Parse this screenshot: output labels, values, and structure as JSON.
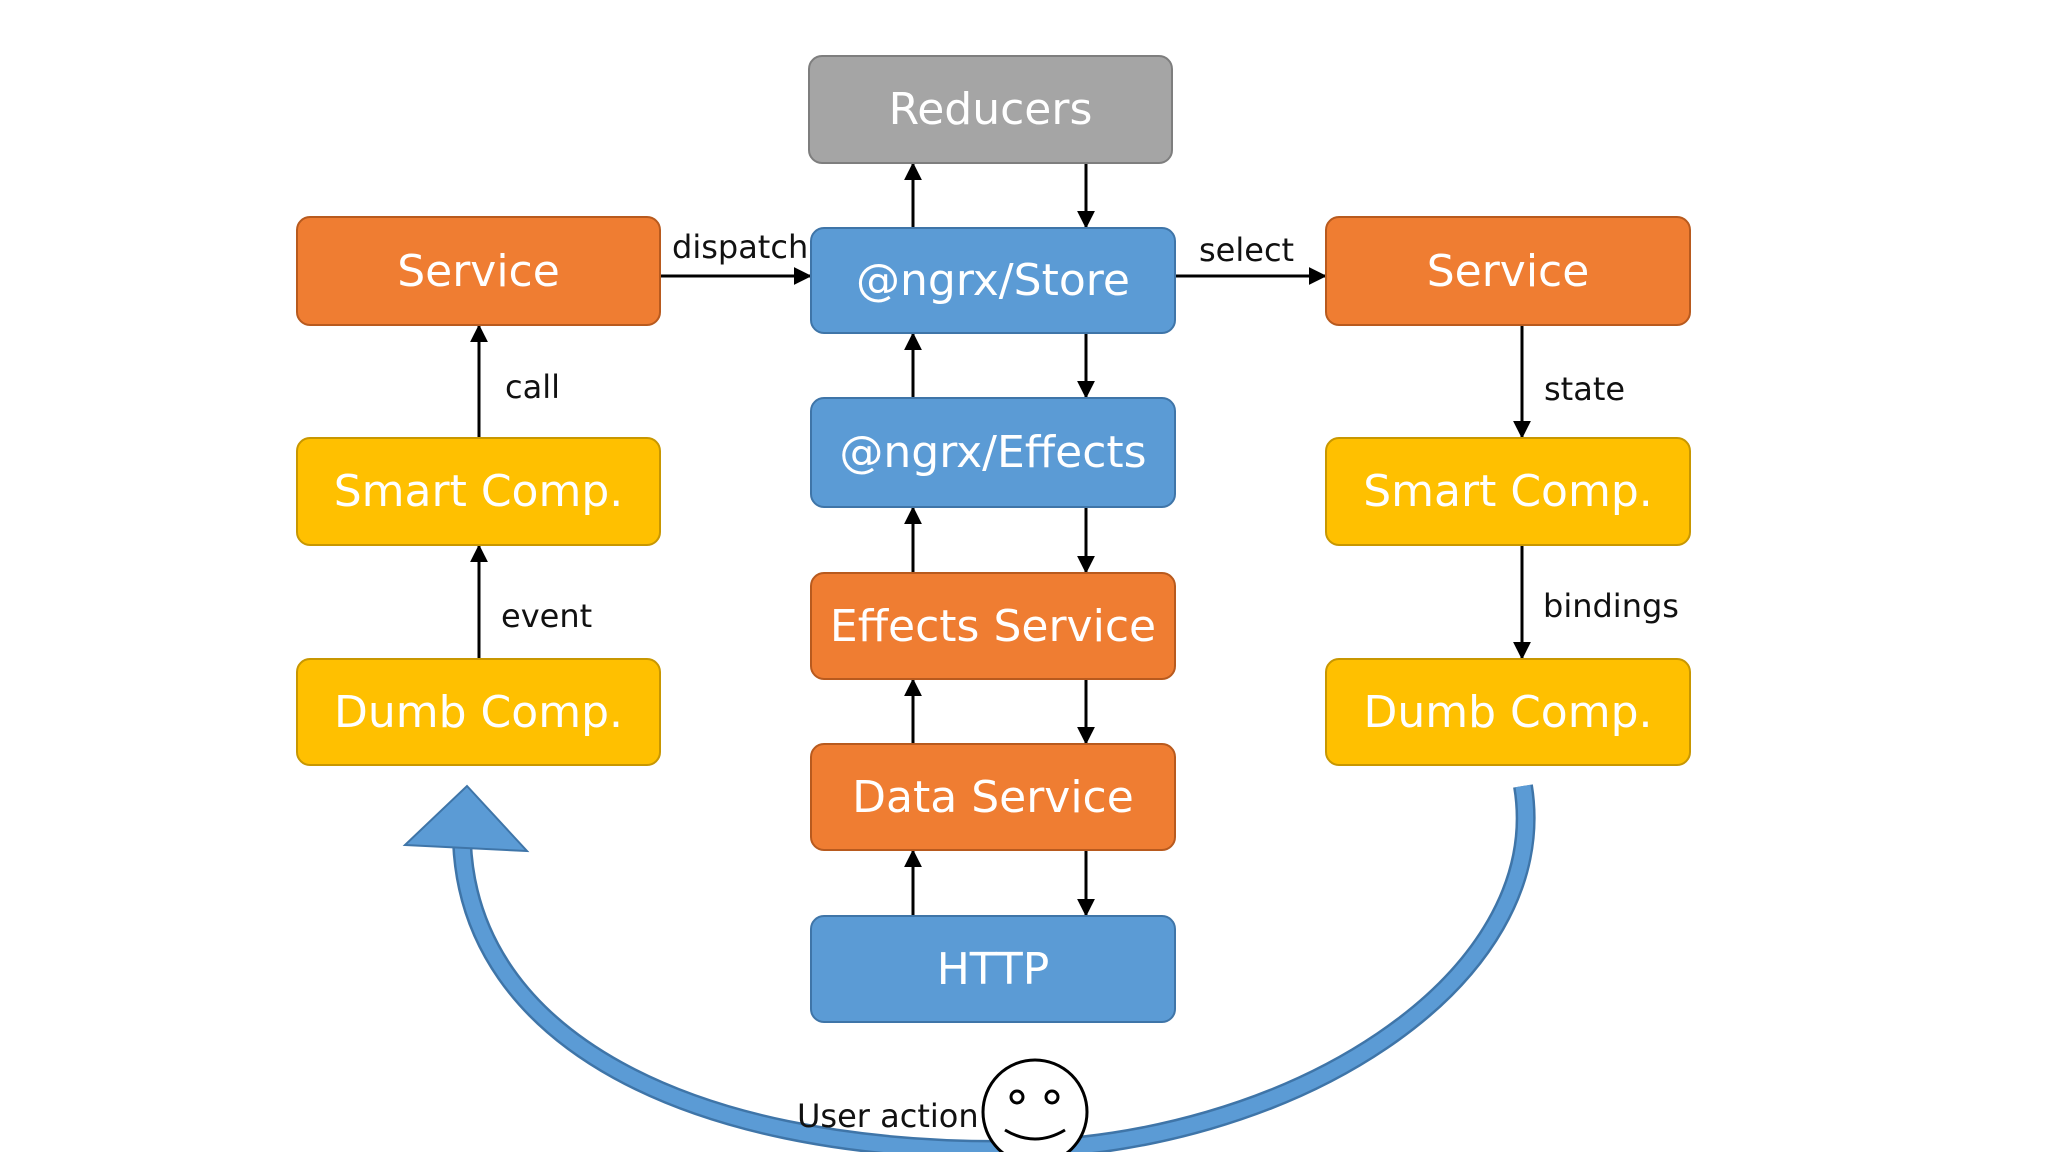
{
  "nodes": {
    "reducers": "Reducers",
    "store": "@ngrx/Store",
    "effects": "@ngrx/Effects",
    "effects_service": "Effects Service",
    "data_service": "Data Service",
    "http": "HTTP",
    "left_service": "Service",
    "left_smart": "Smart Comp.",
    "left_dumb": "Dumb Comp.",
    "right_service": "Service",
    "right_smart": "Smart Comp.",
    "right_dumb": "Dumb Comp."
  },
  "edges": {
    "dispatch": "dispatch",
    "select": "select",
    "call": "call",
    "event": "event",
    "state": "state",
    "bindings": "bindings",
    "user_action": "User action"
  },
  "colors": {
    "orange": "#ef7d32",
    "yellow": "#ffc000",
    "blue": "#5b9bd5",
    "gray": "#a5a5a5",
    "big_arrow": "#5b9bd5"
  }
}
